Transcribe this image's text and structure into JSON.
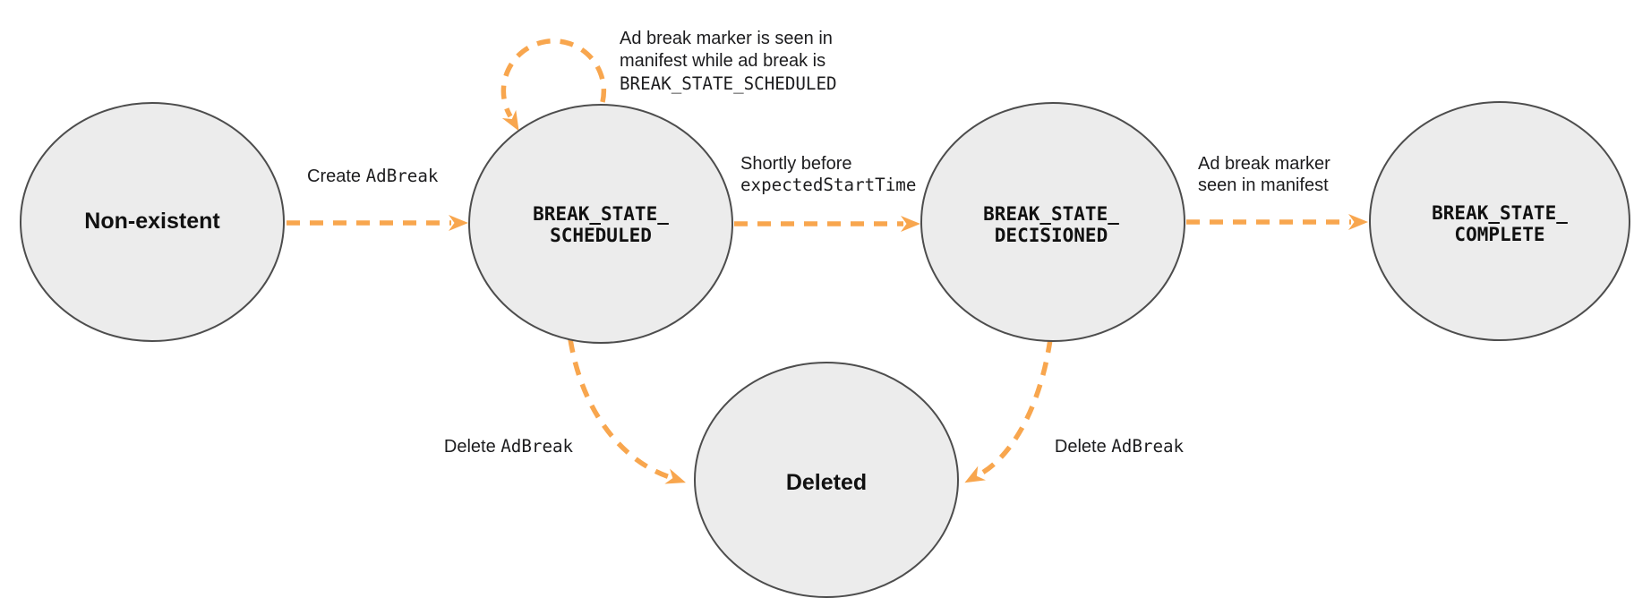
{
  "colors": {
    "arrow": "#F8A64E",
    "node_fill": "#ECECEC",
    "node_border": "#4D4D4D",
    "text": "#1C1C1E"
  },
  "nodes": {
    "non_existent": {
      "label": "Non-existent"
    },
    "scheduled": {
      "line1": "BREAK_STATE_",
      "line2": "SCHEDULED"
    },
    "decisioned": {
      "line1": "BREAK_STATE_",
      "line2": "DECISIONED"
    },
    "complete": {
      "line1": "BREAK_STATE_",
      "line2": "COMPLETE"
    },
    "deleted": {
      "label": "Deleted"
    }
  },
  "edges": {
    "create": {
      "plain": "Create ",
      "code": "AdBreak"
    },
    "self_loop": {
      "line1": "Ad break marker is seen in",
      "line2": "manifest while ad break is",
      "code_line": "BREAK_STATE_SCHEDULED"
    },
    "shortly_before": {
      "plain": "Shortly before",
      "code": "expectedStartTime"
    },
    "marker_seen": {
      "line1": "Ad break marker",
      "line2": "seen in manifest"
    },
    "delete_left": {
      "plain": "Delete ",
      "code": "AdBreak"
    },
    "delete_right": {
      "plain": "Delete ",
      "code": "AdBreak"
    }
  }
}
